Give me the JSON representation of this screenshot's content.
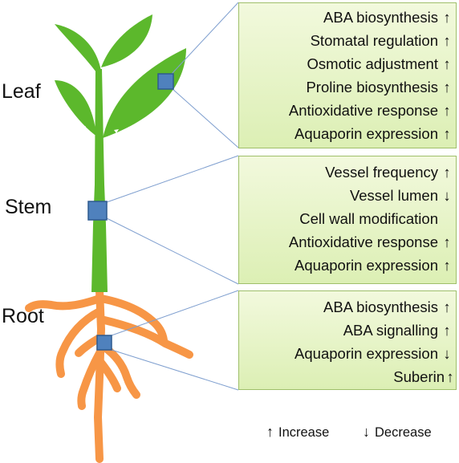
{
  "labels": {
    "leaf": "Leaf",
    "stem": "Stem",
    "root": "Root"
  },
  "panels": {
    "leaf": [
      {
        "text": "ABA biosynthesis",
        "arrow": "↑"
      },
      {
        "text": "Stomatal regulation",
        "arrow": "↑"
      },
      {
        "text": "Osmotic adjustment",
        "arrow": "↑"
      },
      {
        "text": "Proline biosynthesis",
        "arrow": "↑"
      },
      {
        "text": "Antioxidative response",
        "arrow": "↑"
      },
      {
        "text": "Aquaporin expression",
        "arrow": "↑"
      }
    ],
    "stem": [
      {
        "text": "Vessel frequency",
        "arrow": "↑"
      },
      {
        "text": "Vessel lumen",
        "arrow": "↓"
      },
      {
        "text": "Cell wall modification",
        "arrow": ""
      },
      {
        "text": "Antioxidative response",
        "arrow": "↑"
      },
      {
        "text": "Aquaporin expression",
        "arrow": "↑"
      }
    ],
    "root": [
      {
        "text": "ABA biosynthesis",
        "arrow": "↑"
      },
      {
        "text": "ABA signalling",
        "arrow": "↑"
      },
      {
        "text": "Aquaporin expression",
        "arrow": "↓"
      },
      {
        "text": "Suberin",
        "arrow": "↑"
      }
    ]
  },
  "legend": {
    "increase": {
      "arrow": "↑",
      "label": "Increase"
    },
    "decrease": {
      "arrow": "↓",
      "label": "Decrease"
    }
  },
  "colors": {
    "leaf_green": "#5cb82c",
    "root_orange": "#f79646",
    "marker_blue": "#4f81bd",
    "panel_fill": "#dcefb4",
    "panel_border": "#9fbf6a",
    "connector_line": "#7f9fcf"
  }
}
